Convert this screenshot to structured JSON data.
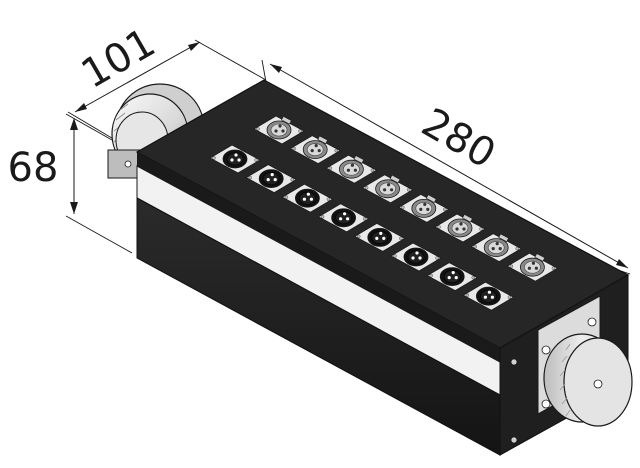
{
  "dimensions": {
    "depth": "101",
    "height": "68",
    "length": "280"
  },
  "layout_grid": {
    "rows": 2,
    "columns": 8
  },
  "colors": {
    "body": "#1c1c1c",
    "top_panel": "#2a2a2a",
    "stripe": "#f2f2f2",
    "socket_plate": "#e8e8e8",
    "line": "#1a1a1a"
  },
  "connectors": {
    "back_row_type": "xlr-female",
    "front_row_type": "xlr-male",
    "end_caps": "round-multipin-connector"
  }
}
